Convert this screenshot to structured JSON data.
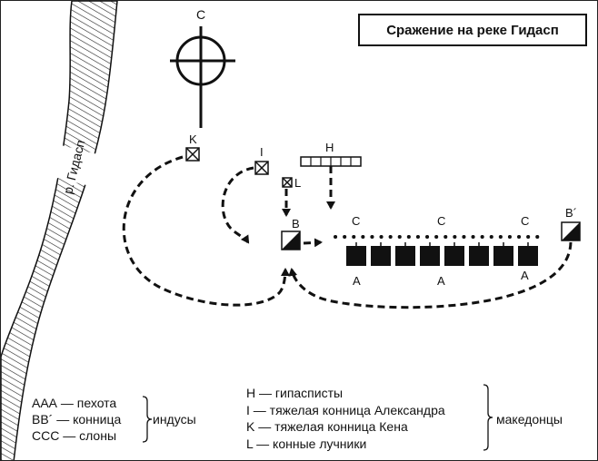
{
  "title": "Сражение на реке Гидасп",
  "river_label": "р. Гидасп",
  "compass_label": "С",
  "units": {
    "K": "K",
    "I": "I",
    "L": "L",
    "H": "H",
    "B": "B",
    "B2": "B´",
    "C1": "C",
    "C2": "C",
    "C3": "C",
    "A1": "A",
    "A2": "A",
    "A3": "A"
  },
  "legend_left": {
    "items": [
      "ААА — пехота",
      "ВВ´ — конница",
      "ССС — слоны"
    ],
    "group": "индусы"
  },
  "legend_right": {
    "items": [
      "Н — гипасписты",
      "I — тяжелая конница Александра",
      "K — тяжелая конница Кена",
      "L — конные лучники"
    ],
    "group": "македонцы"
  }
}
